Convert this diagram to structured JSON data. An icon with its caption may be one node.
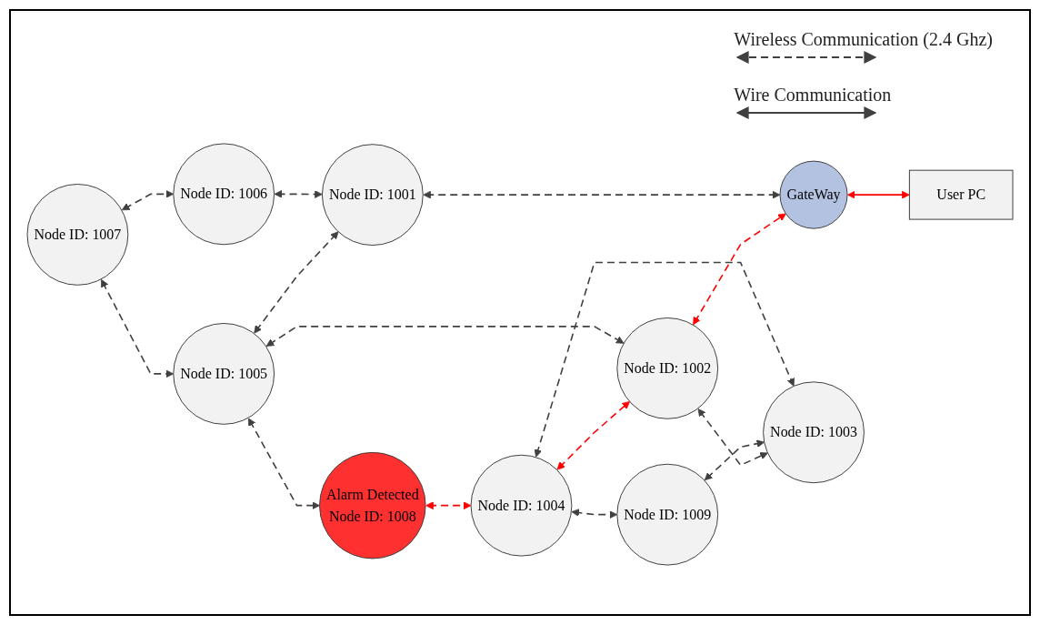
{
  "diagram": {
    "nodes": [
      {
        "text": [
          "Node ID: 1006"
        ]
      },
      {
        "text": [
          "Node ID: 1007"
        ]
      },
      {
        "text": [
          "Node ID: 1001"
        ]
      },
      {
        "text": [
          "Node ID: 1005"
        ]
      },
      {
        "text": [
          "GateWay"
        ]
      },
      {
        "text": [
          "Alarm Detected",
          "Node ID: 1008"
        ]
      },
      {
        "text": [
          "User PC"
        ]
      },
      {
        "text": [
          "Node ID: 1002"
        ]
      },
      {
        "text": [
          "Node ID: 1004"
        ]
      },
      {
        "text": [
          "Node ID: 1009"
        ]
      },
      {
        "text": [
          "Node ID: 1003"
        ]
      }
    ],
    "edges": [
      {
        "from": 1,
        "to": 0,
        "arrow": "both",
        "style": "dashed"
      },
      {
        "from": 0,
        "to": 2,
        "arrow": "both",
        "style": "dashed"
      },
      {
        "from": 1,
        "to": 3,
        "arrow": "both",
        "style": "dashed"
      },
      {
        "from": 3,
        "to": 2,
        "arrow": "both",
        "style": "dashed"
      },
      {
        "from": 3,
        "to": 5,
        "arrow": "both",
        "style": "dashed"
      },
      {
        "from": 3,
        "to": 7,
        "arrow": "both",
        "style": "dashed"
      },
      {
        "from": 2,
        "to": 4,
        "arrow": "both",
        "style": "dashed"
      },
      {
        "from": 5,
        "to": 8,
        "arrow": "both",
        "style": "dashed",
        "color": "#ff0000"
      },
      {
        "from": 8,
        "to": 7,
        "arrow": "both",
        "style": "dashed",
        "color": "#ff0000"
      },
      {
        "from": 7,
        "to": 4,
        "arrow": "both",
        "style": "dashed",
        "color": "#ff0000"
      },
      {
        "from": 4,
        "to": 6,
        "arrow": "both",
        "color": "#ff0000"
      },
      {
        "from": 8,
        "to": 9,
        "arrow": "both",
        "style": "dashed"
      },
      {
        "from": 8,
        "to": 10,
        "arrow": "both",
        "style": "dashed"
      },
      {
        "from": 9,
        "to": 10,
        "arrow": "both",
        "style": "dashed"
      },
      {
        "from": 7,
        "to": 10,
        "arrow": "both",
        "style": "dashed"
      }
    ],
    "legend": [
      {
        "text": "Wireless Communication (2.4 Ghz)"
      },
      {
        "text": "Wire Communication"
      }
    ]
  }
}
